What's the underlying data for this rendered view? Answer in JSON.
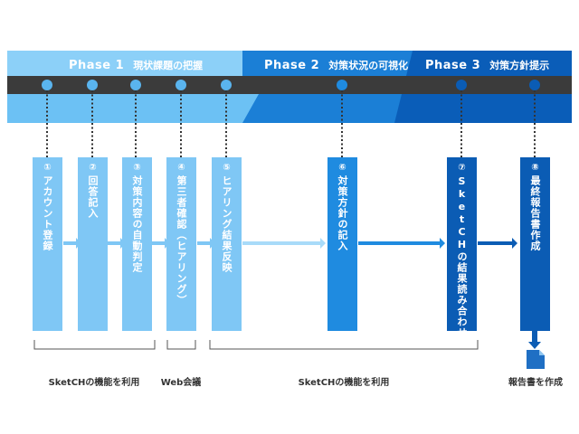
{
  "colors": {
    "phase1": "#5ab4ee",
    "phase1_light": "#8cd0f8",
    "phase2": "#1b7fd6",
    "phase3": "#0a5db8",
    "timeline_bar": "#3b3b3b",
    "step_light": "#7fc7f5",
    "step_mid": "#1f8be0",
    "step_dark": "#0b5cb4"
  },
  "phases": [
    {
      "label": "Phase 1",
      "subtitle": "現状課題の把握"
    },
    {
      "label": "Phase 2",
      "subtitle": "対策状況の可視化"
    },
    {
      "label": "Phase 3",
      "subtitle": "対策方針提示"
    }
  ],
  "steps": [
    {
      "num": "①",
      "text": "アカウント登録"
    },
    {
      "num": "②",
      "text": "回答記入"
    },
    {
      "num": "③",
      "text": "対策内容の自動判定"
    },
    {
      "num": "④",
      "text": "第三者確認（ヒアリング）"
    },
    {
      "num": "⑤",
      "text": "ヒアリング結果反映"
    },
    {
      "num": "⑥",
      "text": "対策方針の記入"
    },
    {
      "num": "⑦",
      "text": "SketCHの結果読み合わせ"
    },
    {
      "num": "⑧",
      "text": "最終報告書作成"
    }
  ],
  "captions": [
    {
      "text": "SketCHの機能を利用"
    },
    {
      "text": "Web会議"
    },
    {
      "text": "SketCHの機能を利用"
    },
    {
      "text": "報告書を作成"
    }
  ],
  "icons": {
    "document": "document-icon"
  }
}
